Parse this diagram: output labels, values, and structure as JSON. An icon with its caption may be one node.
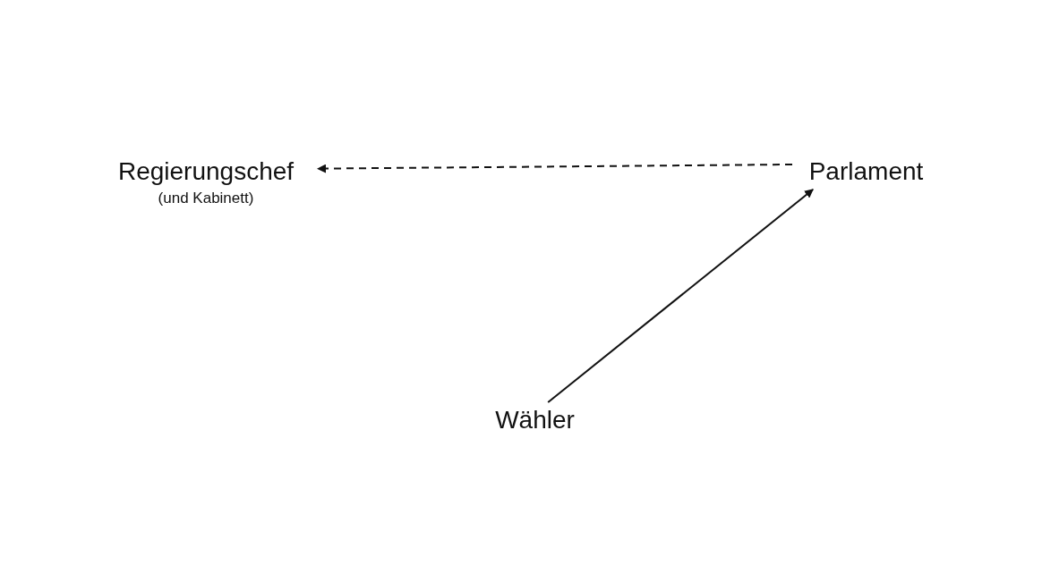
{
  "diagram": {
    "nodes": [
      {
        "text": [
          "Regierungschef",
          "(und Kabinett)"
        ]
      },
      {
        "text": [
          "Parlament"
        ]
      },
      {
        "text": [
          "Wähler"
        ]
      }
    ],
    "edges": [
      {
        "from": 1,
        "to": 0,
        "arrow": "to",
        "style": "dashed"
      },
      {
        "from": 2,
        "to": 1,
        "arrow": "to"
      }
    ]
  }
}
